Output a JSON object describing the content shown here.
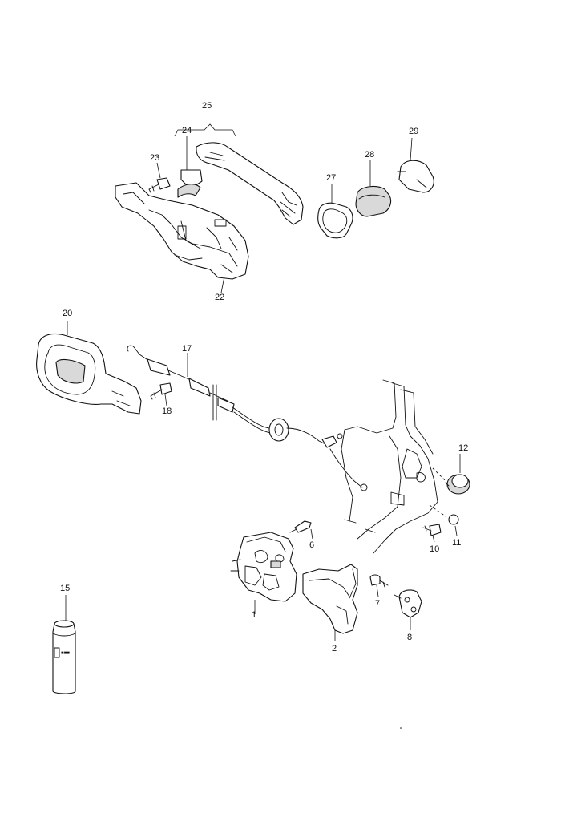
{
  "callouts": {
    "c25": "25",
    "c24": "24",
    "c23": "23",
    "c22": "22",
    "c27": "27",
    "c28": "28",
    "c29": "29",
    "c20": "20",
    "c17": "17",
    "c18": "18",
    "c12": "12",
    "c10": "10",
    "c11": "11",
    "c6": "6",
    "c1": "1",
    "c2": "2",
    "c7": "7",
    "c8": "8",
    "c15": "15"
  }
}
